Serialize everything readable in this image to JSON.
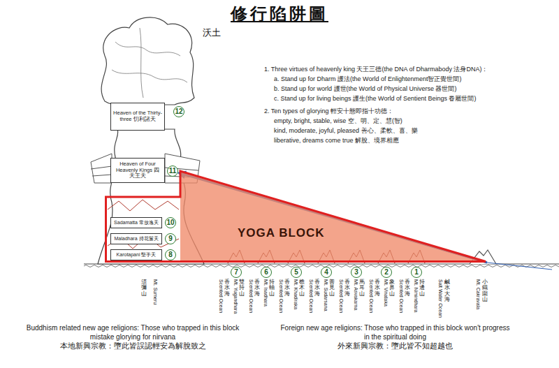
{
  "diagram": {
    "title": "修行陷阱圖",
    "nodes": [
      {
        "text": [
          "Heaven of the Thirty-three 忉利諸天"
        ]
      },
      {
        "text": [
          "12"
        ]
      },
      {
        "text": [
          "Heaven of Four Heavenly Kings 四天王天"
        ]
      },
      {
        "text": [
          "11"
        ]
      },
      {
        "text": [
          "YOGA BLOCK"
        ]
      },
      {
        "text": [
          "Sadamatta 常放逸天"
        ],
        "in": 4
      },
      {
        "text": [
          "10"
        ],
        "in": 4
      },
      {
        "text": [
          "Maladhara 持花鬘天"
        ],
        "in": 4
      },
      {
        "text": [
          "9"
        ],
        "in": 4
      },
      {
        "text": [
          "Karotapani 堅手天"
        ],
        "in": 4
      },
      {
        "text": [
          "8"
        ],
        "in": 4
      },
      {
        "text": [
          "7"
        ]
      },
      {
        "text": [
          "6"
        ]
      },
      {
        "text": [
          "5"
        ]
      },
      {
        "text": [
          "4"
        ]
      },
      {
        "text": [
          "3"
        ]
      },
      {
        "text": [
          "2"
        ]
      },
      {
        "text": [
          "1"
        ]
      }
    ],
    "edges": [
      {
        "from": 4,
        "to": 3,
        "arrow": "to"
      }
    ],
    "labels": [
      "沃土",
      "1. Three virtues of heavenly king 天王三德(the DNA of Dharmabody 法身DNA)：",
      "a. Stand up for Dharm 護法(the World of Enlightenment智正覺世間)",
      "b. Stand up for world 護世(the World of Physical Universe 器世間)",
      "c. Stand up for living beings 護生(the World of Sentient Beings 眷屬世間)",
      "2. Ten types of glorying 輕安十態即指十功德：",
      "empty, bright, stable, wise 空、明、定、慧(智)",
      "kind, moderate, joyful, pleased 善心、柔軟、喜、樂",
      "liberative, dreams come true 解脫、境界相應",
      "Mt. Sumeru",
      "須彌山",
      "Scented Ocean",
      "香水海",
      "Mt. Yugandhara",
      "雙持山",
      "Scented Ocean",
      "香水海",
      "Mt. Isadhara",
      "持軸山",
      "Scented Ocean",
      "香水海",
      "Mt. Khadiraka",
      "檐木山",
      "Scented Ocean",
      "香水海",
      "Mt. Sudarsana",
      "善見山",
      "Scented Ocean",
      "香水海",
      "Mt. Asvakarna",
      "馬耳山",
      "Scented Ocean",
      "香水海",
      "Mt. Vinataka",
      "象鼻山",
      "Scented Ocean",
      "香水海",
      "Mt. Nimindhara",
      "持邊山",
      "Salt Water Ocean",
      "鹹水大海",
      "Mt. Cakravala",
      "小鐵圍山",
      "Buddhism related new age religions: Those who trapped in this block mistake glorying for nirvana",
      "本地新興宗教：墮此皆誤認輕安為解脫致之",
      "Foreign new age religions: Those who trapped in this block won't progress in the spiritual doing",
      "外來新興宗教：墮此皆不知超越也"
    ]
  }
}
